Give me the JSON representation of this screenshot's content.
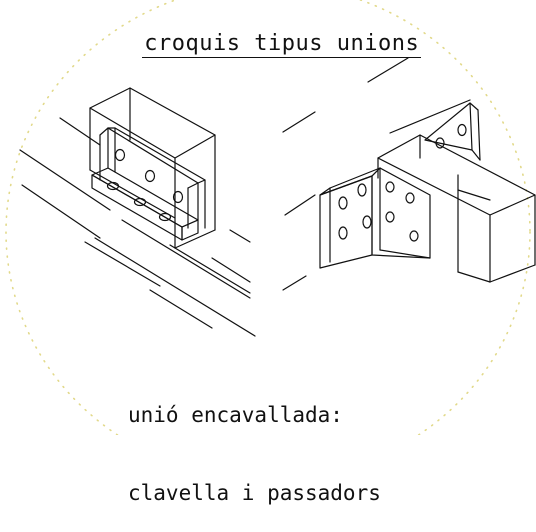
{
  "title": "croquis tipus unions",
  "caption": {
    "line1": "unió encavallada:",
    "line2": "clavella i passadors"
  },
  "colors": {
    "ink": "#111111",
    "dotted_circle": "#e2d98a",
    "background": "#ffffff"
  }
}
